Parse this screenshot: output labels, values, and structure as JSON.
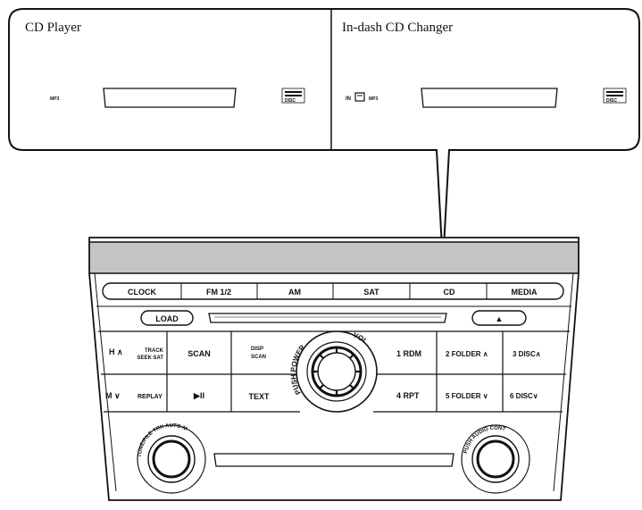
{
  "callout": {
    "left_title": "CD Player",
    "right_title": "In-dash CD Changer",
    "left_slot_tag": "MP3",
    "right_slot_tag": "MP3",
    "right_slot_prefix": "IN",
    "disc_logo": "DISC"
  },
  "top_bar": {
    "buttons": [
      "CLOCK",
      "FM 1/2",
      "AM",
      "SAT",
      "CD",
      "MEDIA"
    ]
  },
  "load_row": {
    "load_label": "LOAD",
    "eject_symbol": "▲"
  },
  "left_block": {
    "row1_left": "H ∧",
    "row1_right": "TRACK SEEK SAT",
    "row2_left": "M ∨",
    "row2_right": "REPLAY",
    "scan": "SCAN",
    "play_pause": "▶II",
    "disp_scan": "DISP SCAN",
    "text": "TEXT"
  },
  "knob": {
    "power_label": "PUSH POWER",
    "vol_label": "VOL"
  },
  "right_block": {
    "r1": [
      "1  RDM",
      "2  FOLDER ∧",
      "3 DISC∧"
    ],
    "r2": [
      "4  RPT",
      "5  FOLDER ∨",
      "6 DISC∨"
    ]
  },
  "bottom": {
    "left_knob_label": "TUNE/FILE  TRK  AUTO-M",
    "right_knob_label": "PUSH AUDIO CONT"
  }
}
